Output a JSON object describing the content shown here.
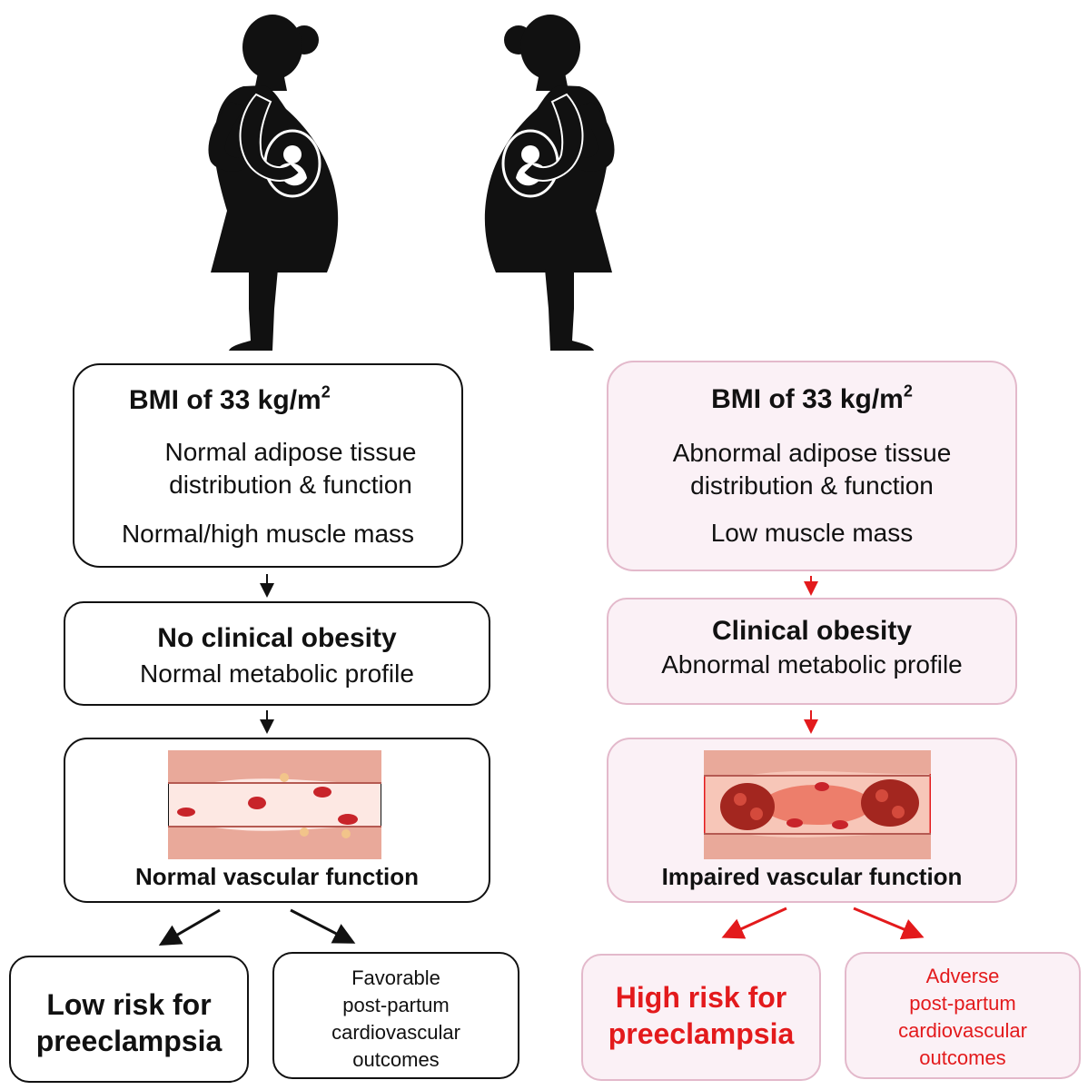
{
  "colors": {
    "silhouette": "#111111",
    "left_border": "#111111",
    "right_border": "#e3b9cb",
    "right_fill": "#fbf1f6",
    "accent_red": "#e31a1c",
    "vessel_wall": "#e9a99a",
    "blood_cell": "#c8242a"
  },
  "left": {
    "bmi": {
      "title": "BMI of 33 kg/m",
      "sup": "2",
      "line1": "Normal adipose tissue",
      "line2": "distribution & function",
      "line3": "Normal/high muscle mass"
    },
    "status": {
      "title": "No clinical obesity",
      "subtitle": "Normal metabolic profile"
    },
    "vascular": {
      "caption": "Normal vascular function"
    },
    "risk": {
      "line1": "Low risk for",
      "line2": "preeclampsia"
    },
    "outcome": {
      "line1": "Favorable",
      "line2": "post-partum",
      "line3": "cardiovascular",
      "line4": "outcomes"
    }
  },
  "right": {
    "bmi": {
      "title": "BMI of 33 kg/m",
      "sup": "2",
      "line1": "Abnormal adipose tissue",
      "line2": "distribution & function",
      "line3": "Low muscle mass"
    },
    "status": {
      "title": "Clinical obesity",
      "subtitle": "Abnormal metabolic profile"
    },
    "vascular": {
      "caption": "Impaired vascular function"
    },
    "risk": {
      "line1": "High risk for",
      "line2": "preeclampsia"
    },
    "outcome": {
      "line1": "Adverse",
      "line2": "post-partum",
      "line3": "cardiovascular",
      "line4": "outcomes"
    }
  }
}
